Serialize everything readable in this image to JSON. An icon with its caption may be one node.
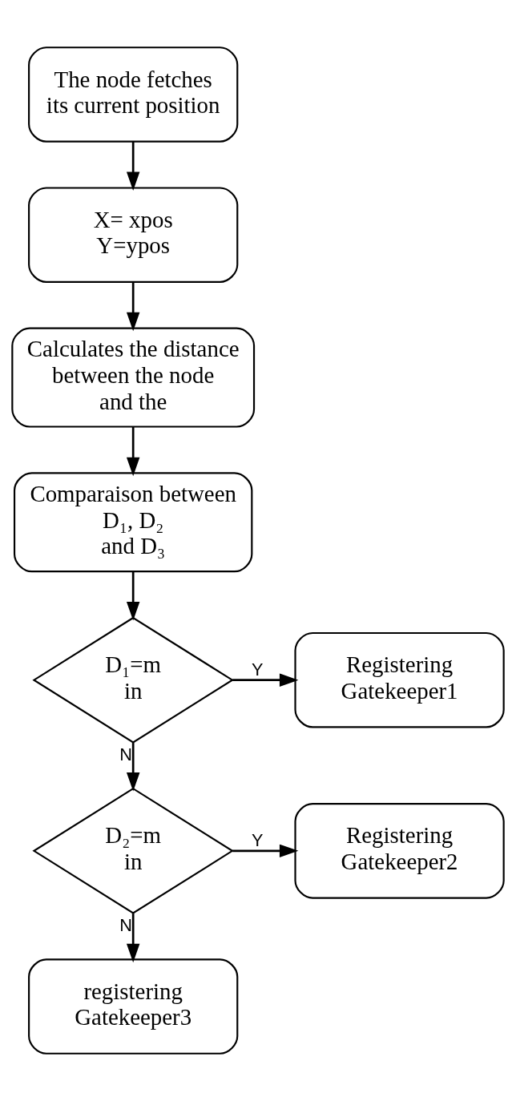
{
  "diagram": {
    "nodes": [
      {
        "text": [
          "The node fetches its current position"
        ]
      },
      {
        "text": [
          "X= xpos Y=ypos"
        ]
      },
      {
        "text": [
          "Calculates the distance between the node and the"
        ]
      },
      {
        "text": [
          "Comparaison between D₁, D₂ and D₃"
        ]
      },
      {
        "text": [
          "D₁=m in"
        ]
      },
      {
        "text": [
          "Registering Gatekeeper1"
        ]
      },
      {
        "text": [
          "D₂=m in"
        ]
      },
      {
        "text": [
          "Registering Gatekeeper2"
        ]
      },
      {
        "text": [
          "registering Gatekeeper3"
        ]
      }
    ],
    "edges": [
      {
        "from": 0,
        "to": 1,
        "arrow": "to"
      },
      {
        "from": 1,
        "to": 2,
        "arrow": "to"
      },
      {
        "from": 2,
        "to": 3,
        "arrow": "to"
      },
      {
        "from": 3,
        "to": 4,
        "arrow": "to"
      },
      {
        "from": 4,
        "to": 5,
        "arrow": "to",
        "label": "Y"
      },
      {
        "from": 4,
        "to": 6,
        "arrow": "to",
        "label": "N"
      },
      {
        "from": 6,
        "to": 7,
        "arrow": "to",
        "label": "Y"
      },
      {
        "from": 6,
        "to": 8,
        "arrow": "to",
        "label": "N"
      }
    ]
  }
}
